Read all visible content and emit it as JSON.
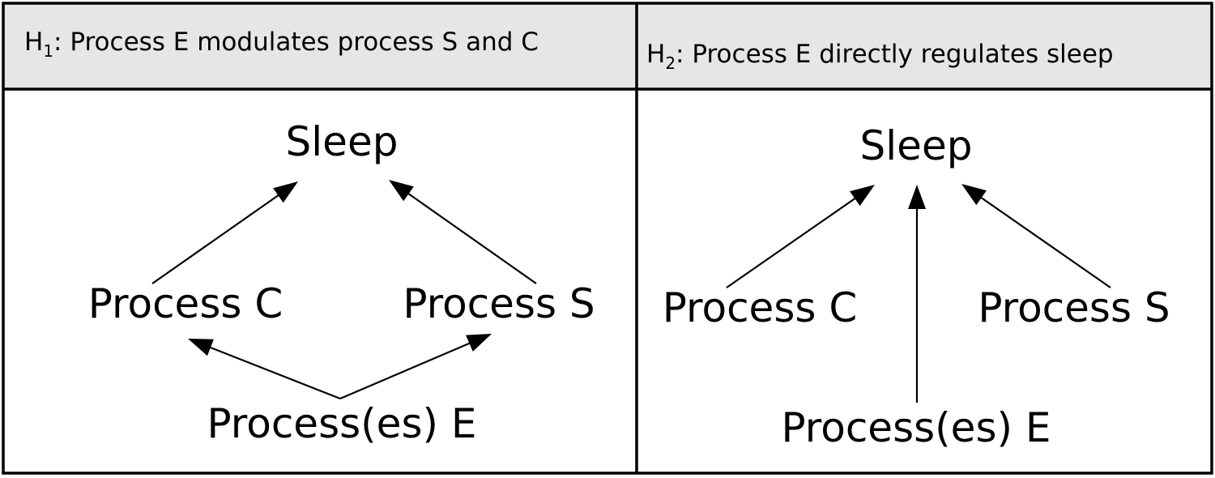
{
  "panels": [
    {
      "id": "h1",
      "header": {
        "prefix": "H",
        "subscript": "1",
        "text": ": Process E modulates process S and C"
      },
      "nodes": {
        "sleep": "Sleep",
        "process_c": "Process C",
        "process_s": "Process S",
        "process_e": "Process(es) E"
      },
      "edges": [
        {
          "from": "process_c",
          "to": "sleep"
        },
        {
          "from": "process_s",
          "to": "sleep"
        },
        {
          "from": "process_e",
          "to": "process_c"
        },
        {
          "from": "process_e",
          "to": "process_s"
        }
      ]
    },
    {
      "id": "h2",
      "header": {
        "prefix": "H",
        "subscript": "2",
        "text": ": Process E directly regulates sleep"
      },
      "nodes": {
        "sleep": "Sleep",
        "process_c": "Process C",
        "process_s": "Process S",
        "process_e": "Process(es) E"
      },
      "edges": [
        {
          "from": "process_c",
          "to": "sleep"
        },
        {
          "from": "process_e",
          "to": "sleep"
        },
        {
          "from": "process_s",
          "to": "sleep"
        }
      ]
    }
  ],
  "colors": {
    "header_background": "#e6e6e6",
    "border": "#000000",
    "text": "#000000"
  }
}
